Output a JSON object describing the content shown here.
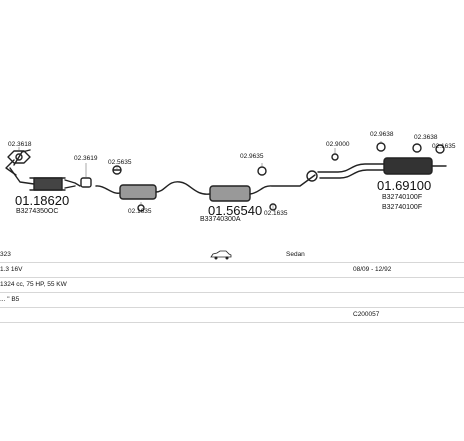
{
  "diagram": {
    "parts": {
      "gasket_a": "02.3618",
      "front_pipe_no": "01.18620",
      "front_pipe_oe": "B3274350OC",
      "clamp_a": "02.3619",
      "gasket_b": "02.5635",
      "bolt_a": "02.1635",
      "middle_no": "01.56540",
      "middle_oe": "B33740300A",
      "hanger_a": "02.9635",
      "bolt_b": "02.1635",
      "hanger_b": "02.9000",
      "rear_clamp_a": "02.9638",
      "rear_clamp_b": "02.3638",
      "rear_clamp_c": "02.1635",
      "rear_no": "01.69100",
      "rear_oe_1": "B32740100F",
      "rear_oe_2": "B32740100F"
    }
  },
  "vehicle": {
    "model": "323",
    "body": "Sedan",
    "engine": "1.3 16V",
    "years": "08/09 - 12/92",
    "specs": "1324 cc, 75 HP, 55 KW",
    "code": "... \" B5",
    "catalog": "C200057",
    "icon": "car-icon"
  }
}
